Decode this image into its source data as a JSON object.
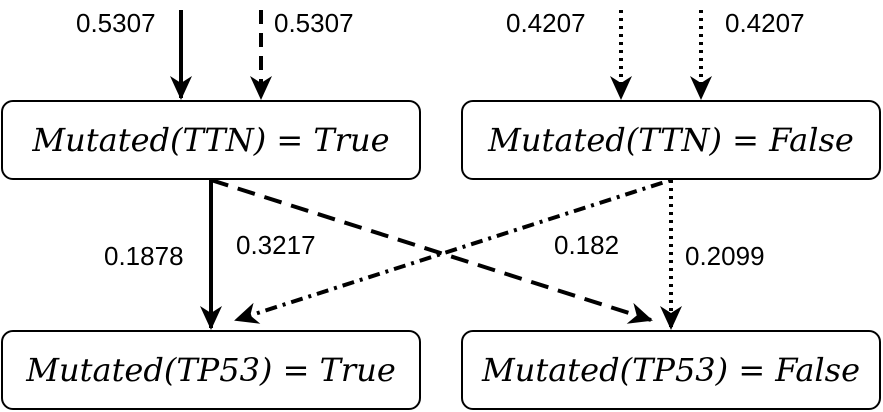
{
  "nodes": {
    "ttn_true": "Mutated(TTN) = True",
    "ttn_false": "Mutated(TTN) = False",
    "tp53_true": "Mutated(TP53) = True",
    "tp53_false": "Mutated(TP53) = False"
  },
  "edges": {
    "prior_ttn_true_solid": "0.5307",
    "prior_ttn_true_dashed": "0.5307",
    "prior_ttn_false_dotted": "0.4207",
    "prior_ttn_false_dotted_2": "0.4207",
    "ttn_true_to_tp53_true": "0.1878",
    "ttn_true_to_tp53_false": "0.3217",
    "ttn_false_to_tp53_true": "0.182",
    "ttn_false_to_tp53_false": "0.2099"
  },
  "colors": {
    "stroke": "#000000",
    "background": "#ffffff"
  }
}
